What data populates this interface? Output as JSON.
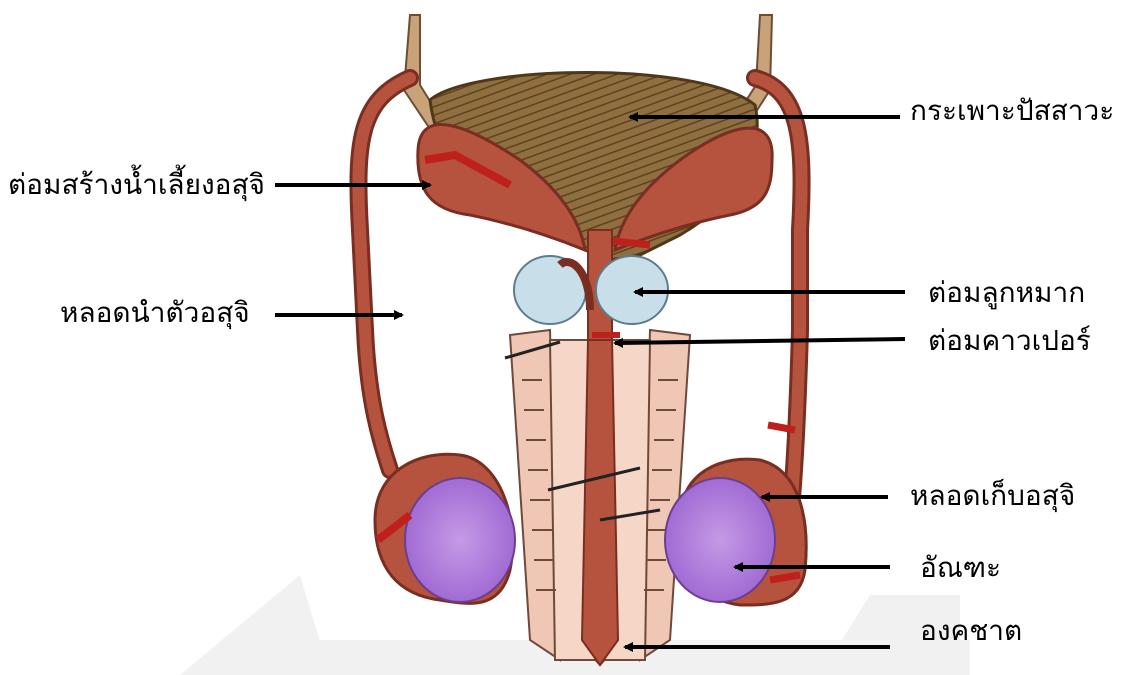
{
  "labels": {
    "bladder": "กระเพาะปัสสาวะ",
    "seminal_vesicle": "ต่อมสร้างน้ำเลี้ยงอสุจิ",
    "vas_deferens": "หลอดนำตัวอสุจิ",
    "prostate": "ต่อมลูกหมาก",
    "cowper": "ต่อมคาวเปอร์",
    "epididymis": "หลอดเก็บอสุจิ",
    "testis": "อัณฑะ",
    "penis": "องคชาต"
  },
  "colors": {
    "tissue": "#b5533f",
    "tissue_dark": "#7a2e22",
    "accent_red": "#c0201c",
    "bladder_brown": "#8a6a3c",
    "tan": "#c9a27a",
    "prostate_blue": "#c8dfea",
    "testis_purple": "#b07fd8",
    "shaft_pink": "#f0c6b4",
    "arrow": "#000000",
    "watermark": "#f1f1f1"
  }
}
